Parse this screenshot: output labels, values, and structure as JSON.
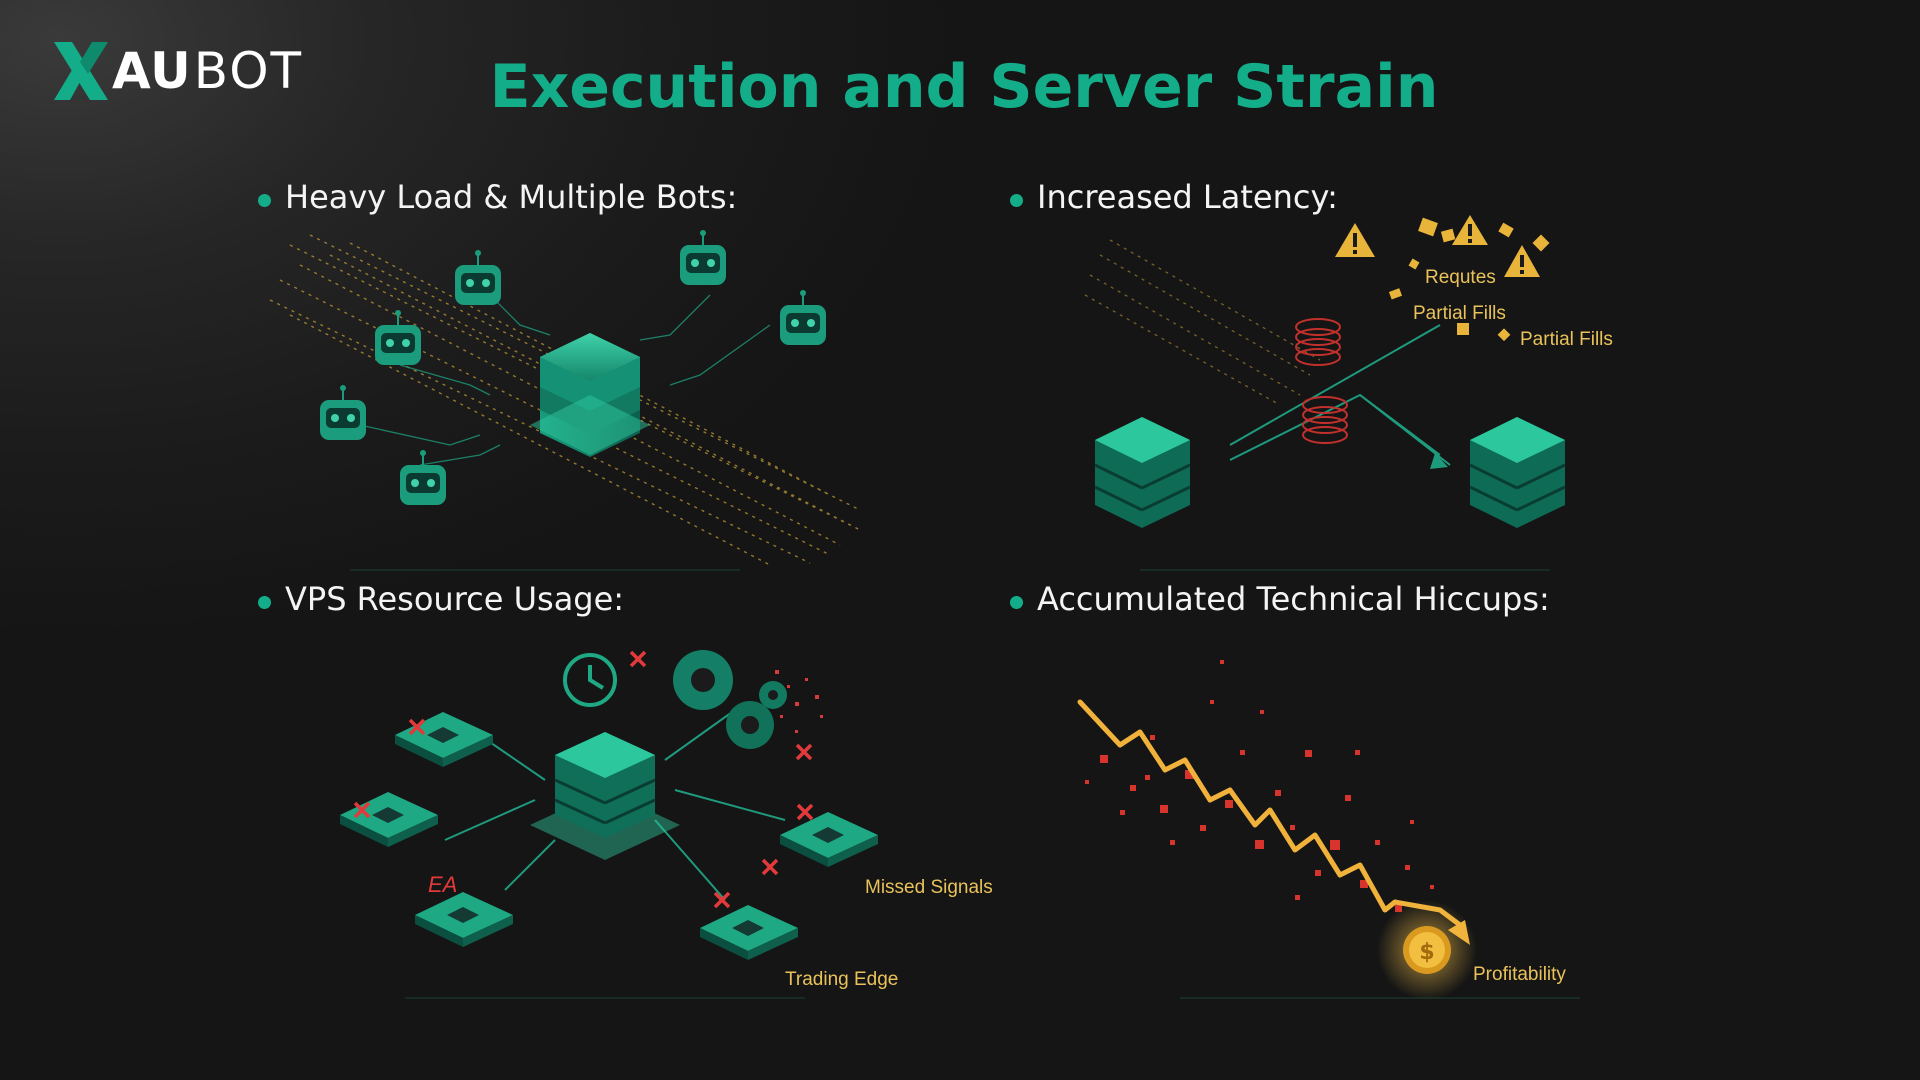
{
  "logo": {
    "part_a": "AU",
    "part_b": "BOT"
  },
  "title": "Execution and Server Strain",
  "sections": [
    {
      "title": "Heavy Load & Multiple Bots:"
    },
    {
      "title": "Increased Latency:",
      "labels": [
        "Requtes",
        "Partial Fills",
        "Partial Fills"
      ]
    },
    {
      "title": "VPS Resource Usage:",
      "labels": [
        "EA",
        "Missed Signals",
        "Trading Edge"
      ]
    },
    {
      "title": "Accumulated Technical Hiccups:",
      "labels": [
        "Profitability"
      ]
    }
  ],
  "colors": {
    "accent": "#14ad8a",
    "gold": "#e9c25a",
    "red": "#e23a3a"
  },
  "icons": [
    "x-logo-icon",
    "robot-icon",
    "server-icon",
    "warning-icon",
    "clock-icon",
    "gear-icon",
    "chip-icon",
    "coin-icon",
    "trend-down-icon"
  ]
}
